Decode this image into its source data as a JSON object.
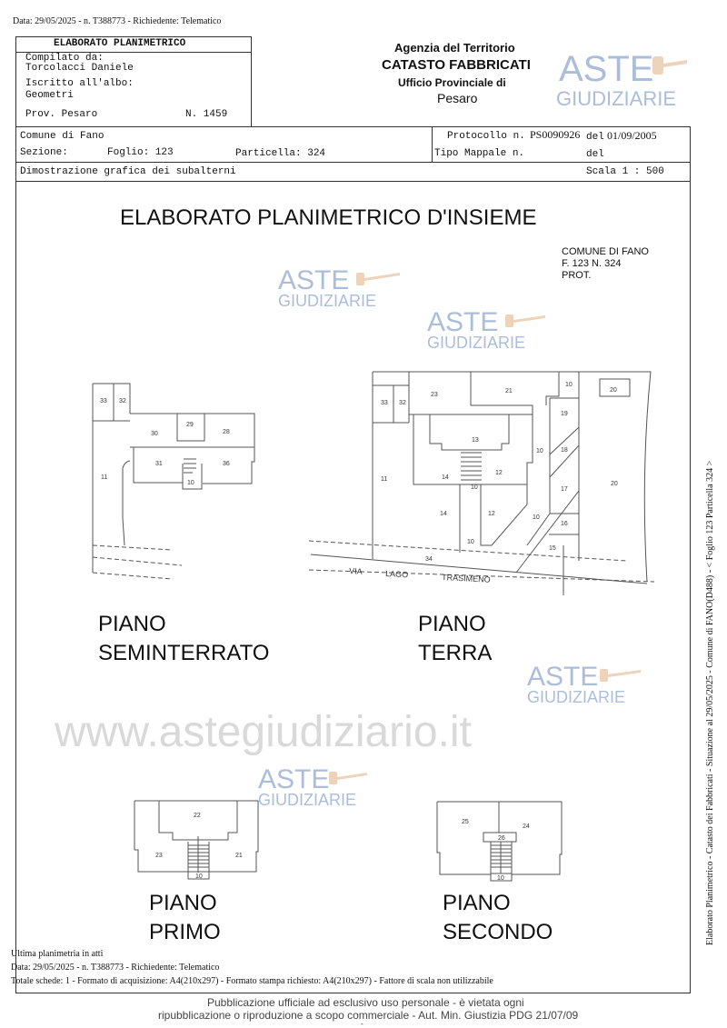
{
  "top_line": "Data: 29/05/2025 - n. T388773 - Richiedente: Telematico",
  "header": {
    "title": "ELABORATO PLANIMETRICO",
    "compiled_label": "Compilato da:",
    "compiled_by": "Torcolacci Daniele",
    "registered_label": "Iscritto all'albo:",
    "registered_value": "Geometri",
    "province": "Prov. Pesaro",
    "number": "N.  1459",
    "agency": "Agenzia del Territorio",
    "catasto": "CATASTO FABBRICATI",
    "office": "Ufficio Provinciale di",
    "office_city": "Pesaro",
    "comune": "Comune di Fano",
    "sezione": "Sezione:",
    "foglio": "Foglio: 123",
    "particella": "Particella: 324",
    "protocollo_label": "Protocollo n.",
    "protocollo": "PS0090926",
    "del_label": "del",
    "protocollo_date": "01/09/2005",
    "tipo_mappale": "Tipo Mappale n.",
    "del2": "del",
    "description": "Dimostrazione grafica dei subalterni",
    "scale": "Scala 1 : 500"
  },
  "drawing": {
    "title": "ELABORATO PLANIMETRICO D'INSIEME",
    "ref": [
      "COMUNE DI FANO",
      "F.  123  N.  324",
      "PROT."
    ],
    "seminterrato": {
      "label1": "PIANO",
      "label2": "SEMINTERRATO",
      "rooms": [
        "33",
        "32",
        "30",
        "29",
        "28",
        "31",
        "36",
        "10",
        "11"
      ]
    },
    "terra": {
      "label1": "PIANO",
      "label2": "TERRA",
      "rooms": [
        "23",
        "21",
        "10",
        "20",
        "33",
        "32",
        "19",
        "13",
        "10",
        "18",
        "14",
        "12",
        "10",
        "11",
        "17",
        "20",
        "14",
        "12",
        "10",
        "16",
        "10",
        "15",
        "34"
      ],
      "street": [
        "VIA",
        "LAGO",
        "TRASIMENO"
      ]
    },
    "primo": {
      "label1": "PIANO",
      "label2": "PRIMO",
      "rooms": [
        "22",
        "23",
        "21",
        "10"
      ]
    },
    "secondo": {
      "label1": "PIANO",
      "label2": "SECONDO",
      "rooms": [
        "25",
        "24",
        "26",
        "10"
      ]
    }
  },
  "side_text": "Elaborato Planimetrico - Catasto dei Fabbricati - Situazione al 29/05/2025 - Comune di FANO(D488) - < Foglio 123 Particella 324 >",
  "footer": {
    "last": "Ultima planimetria in atti",
    "date_line": "Data: 29/05/2025 - n. T388773 - Richiedente: Telematico",
    "totals": "Totale schede: 1 - Formato di acquisizione: A4(210x297)  - Formato stampa richiesto: A4(210x297) - Fattore di scala non utilizzabile",
    "notice1": "Pubblicazione ufficiale ad esclusivo uso personale - è vietata ogni",
    "notice2": "ripubblicazione o riproduzione a scopo commerciale - Aut. Min. Giustizia PDG 21/07/09",
    "dash": "-"
  },
  "watermark": {
    "line1": "ASTE",
    "line2": "GIUDIZIARIE",
    "site": "www.astegiudiziario.it"
  },
  "colors": {
    "watermark_blue": "#8fa8d0",
    "gavel": "#e8c9a8",
    "line": "#555555"
  }
}
